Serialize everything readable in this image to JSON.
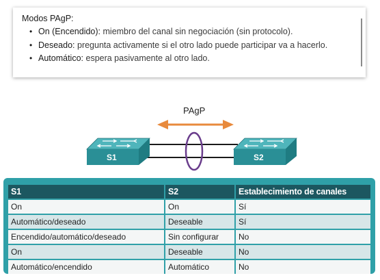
{
  "info": {
    "title": "Modos PAgP:",
    "items": [
      {
        "term": "On (Encendido):",
        "desc": " miembro del canal sin negociación (sin protocolo)."
      },
      {
        "term": "Deseado:",
        "desc": " pregunta activamente si el otro lado puede participar va a hacerlo."
      },
      {
        "term": "Automático:",
        "desc": " espera pasivamente al otro lado."
      }
    ]
  },
  "diagram": {
    "protocol_label": "PAgP",
    "switch_left": "S1",
    "switch_right": "S2",
    "colors": {
      "switch": "#2a8f96",
      "arrow": "#e88a3c",
      "ellipse": "#6a3d8c"
    }
  },
  "table": {
    "headers": [
      "S1",
      "S2",
      "Establecimiento de canales"
    ],
    "rows": [
      [
        "On",
        "On",
        "Sí"
      ],
      [
        "Automático/deseado",
        "Deseable",
        "Sí"
      ],
      [
        "Encendido/automático/deseado",
        "Sin configurar",
        "No"
      ],
      [
        "On",
        "Deseable",
        "No"
      ],
      [
        "Automático/encendido",
        "Automático",
        "No"
      ]
    ]
  }
}
